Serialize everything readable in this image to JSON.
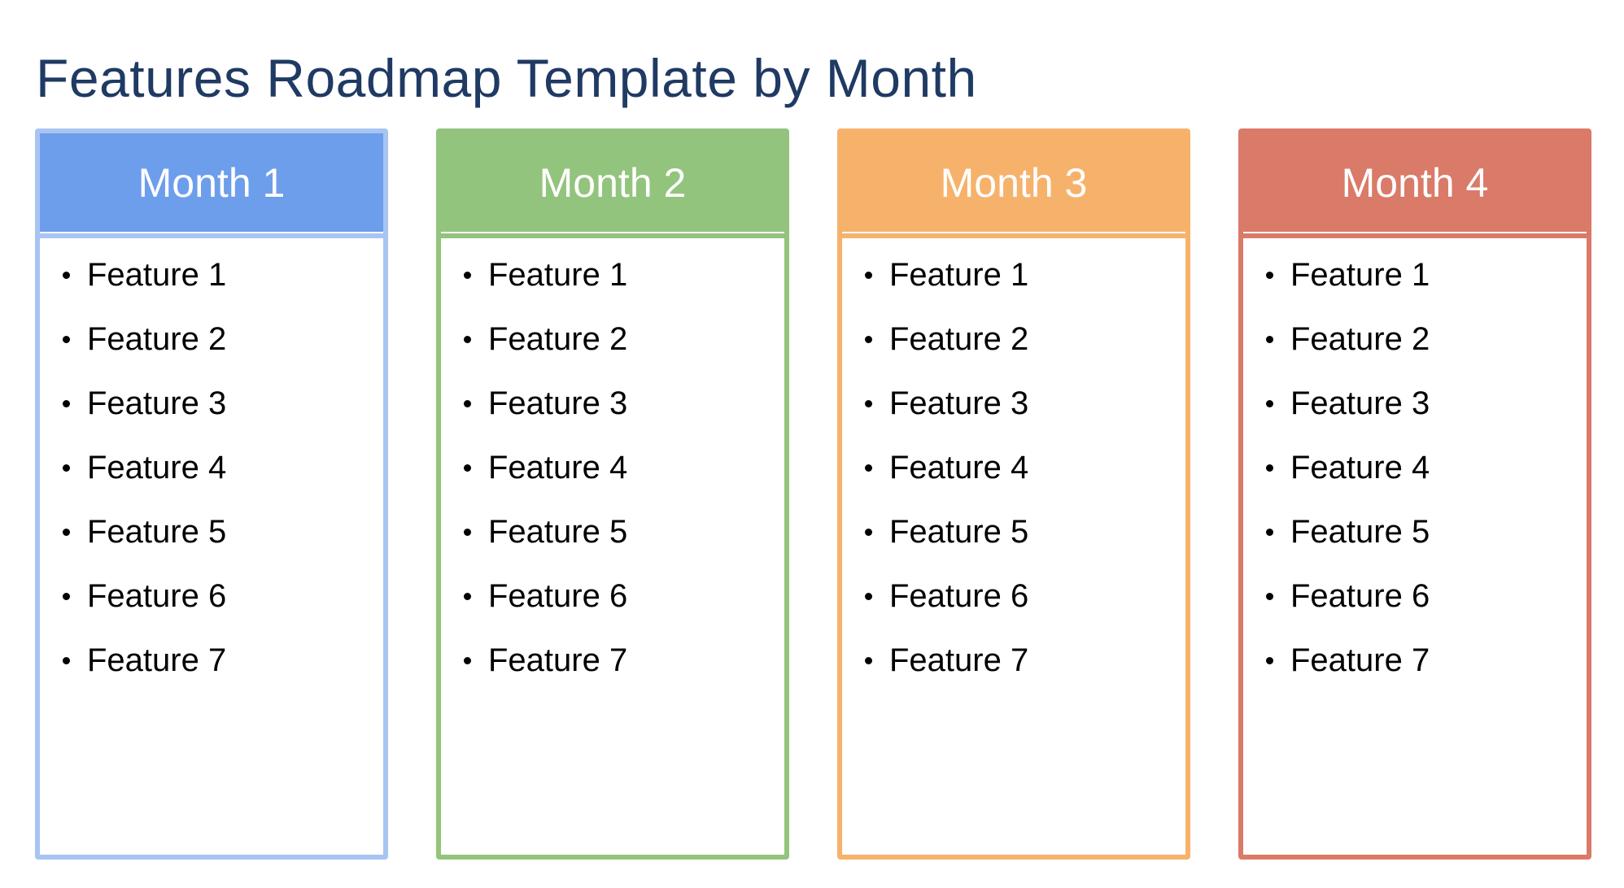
{
  "page": {
    "title": "Features Roadmap Template by Month",
    "title_color": "#1F3A63",
    "background_color": "#FFFFFF",
    "header_text_color": "#FFFFFF",
    "body_text_color": "#000000"
  },
  "columns": [
    {
      "title": "Month 1",
      "header_color": "#6D9EEB",
      "border_color": "#A8C4F2",
      "features": [
        "Feature 1",
        "Feature 2",
        "Feature 3",
        "Feature 4",
        "Feature 5",
        "Feature 6",
        "Feature 7"
      ]
    },
    {
      "title": "Month 2",
      "header_color": "#93C47D",
      "border_color": "#93C47D",
      "features": [
        "Feature 1",
        "Feature 2",
        "Feature 3",
        "Feature 4",
        "Feature 5",
        "Feature 6",
        "Feature 7"
      ]
    },
    {
      "title": "Month 3",
      "header_color": "#F6B26B",
      "border_color": "#F6B26B",
      "features": [
        "Feature 1",
        "Feature 2",
        "Feature 3",
        "Feature 4",
        "Feature 5",
        "Feature 6",
        "Feature 7"
      ]
    },
    {
      "title": "Month 4",
      "header_color": "#DA7A68",
      "border_color": "#DA7A68",
      "features": [
        "Feature 1",
        "Feature 2",
        "Feature 3",
        "Feature 4",
        "Feature 5",
        "Feature 6",
        "Feature 7"
      ]
    }
  ]
}
